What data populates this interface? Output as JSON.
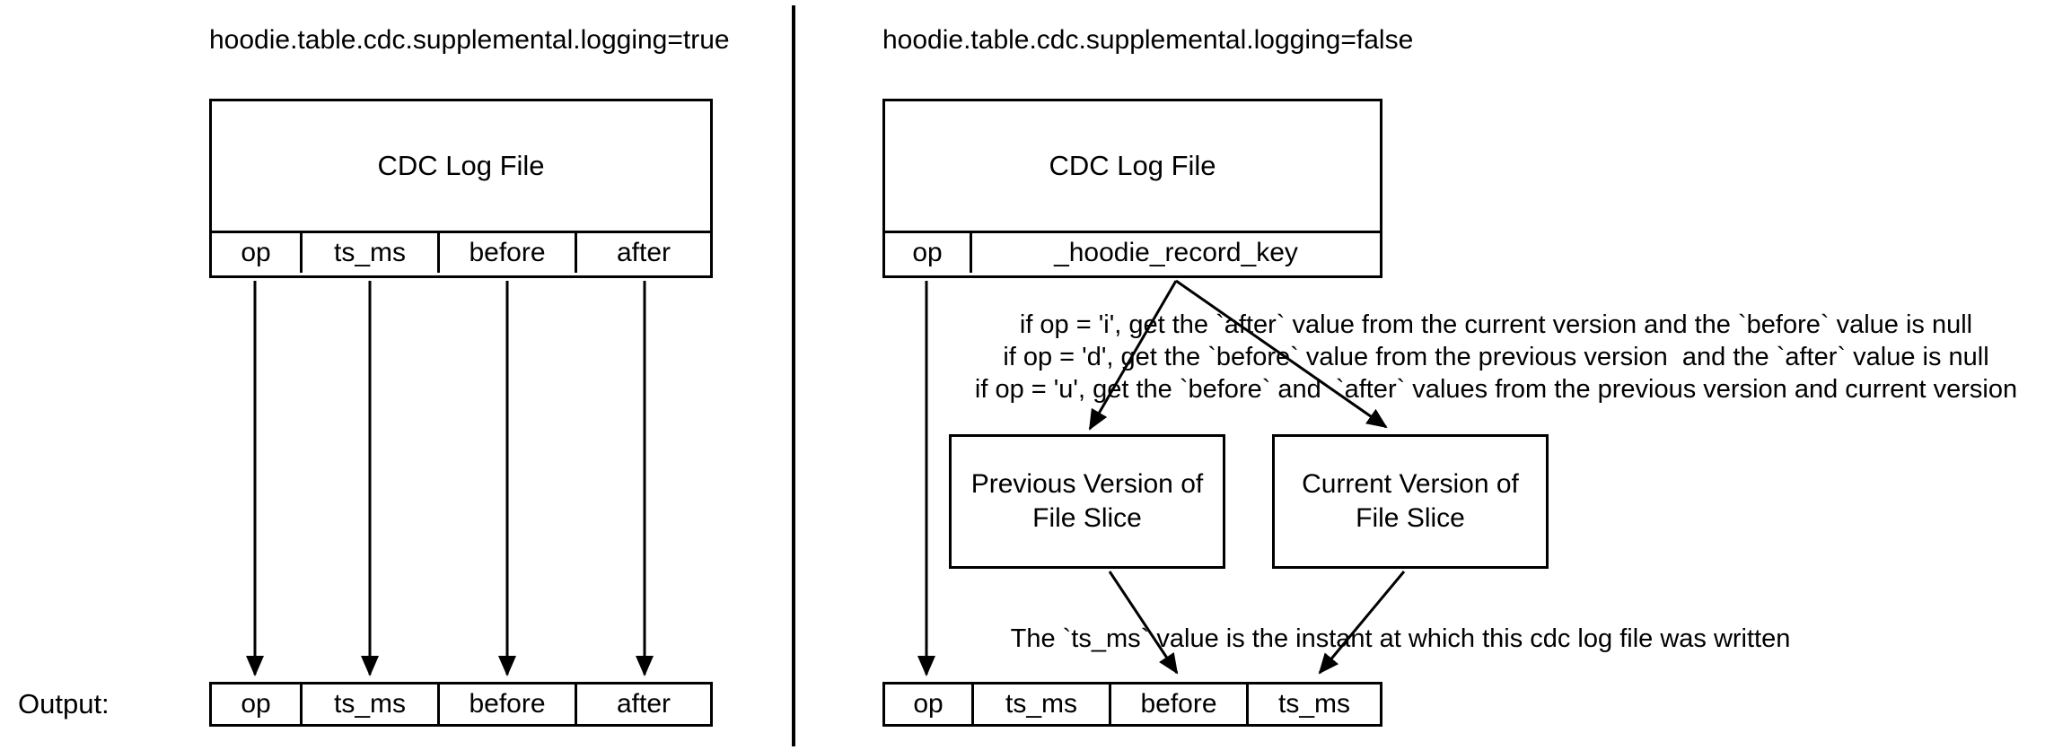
{
  "panels": {
    "left": {
      "title": "hoodie.table.cdc.supplemental.logging=true",
      "box_title": "CDC Log File",
      "columns": [
        "op",
        "ts_ms",
        "before",
        "after"
      ],
      "output_label": "Output:",
      "output_columns": [
        "op",
        "ts_ms",
        "before",
        "after"
      ]
    },
    "right": {
      "title": "hoodie.table.cdc.supplemental.logging=false",
      "box_title": "CDC Log File",
      "columns": [
        "op",
        "_hoodie_record_key"
      ],
      "conditions": [
        "if op = 'i', get the `after` value from the current version and the `before` value is null",
        "if op = 'd', get the `before` value from the previous version  and the `after` value is null",
        "if op = 'u', get the `before` and  `after` values from the previous version and current version"
      ],
      "previous_box": [
        "Previous Version of",
        "File Slice"
      ],
      "current_box": [
        "Current Version of",
        "File Slice"
      ],
      "ts_note": "The `ts_ms` value is the instant at which this cdc log file was written",
      "output_columns": [
        "op",
        "ts_ms",
        "before",
        "ts_ms"
      ]
    }
  },
  "colors": {
    "line": "#000000",
    "background": "#ffffff"
  }
}
